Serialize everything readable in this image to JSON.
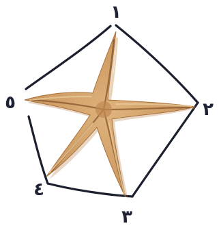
{
  "diagram": {
    "vertex_labels": [
      "١",
      "٢",
      "٣",
      "٤",
      "٥"
    ],
    "outline_color": "#1c1f2e",
    "label_color": "#1e2233",
    "starfish": {
      "arms": 5,
      "body_color": "#d7a56c",
      "shadow_color": "#a9713d",
      "highlight_color": "#f0cd96",
      "spine_color": "#8a5a2b"
    }
  }
}
